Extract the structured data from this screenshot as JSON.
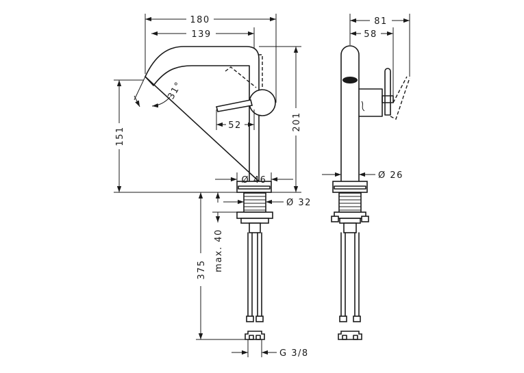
{
  "dimensions": {
    "width_180": "180",
    "width_139": "139",
    "angle": "31°",
    "lever_52": "52",
    "height_151": "151",
    "height_201": "201",
    "dia_46": "Ø 46",
    "dia_32": "Ø 32",
    "max_40": "max. 40",
    "length_375": "375",
    "thread": "G 3/8",
    "side_81": "81",
    "side_58": "58",
    "dia_26": "Ø 26"
  }
}
